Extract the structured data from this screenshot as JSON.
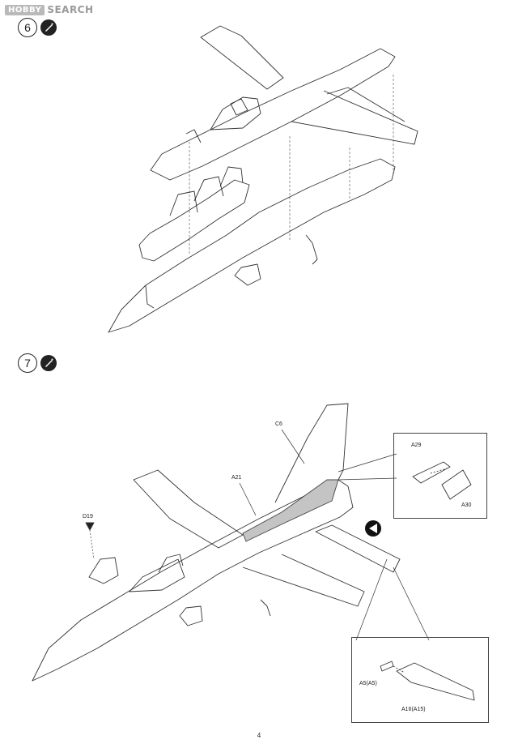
{
  "watermark": {
    "logo": "HOBBY",
    "text": "SEARCH"
  },
  "steps": [
    {
      "number": "6",
      "icon": "cement-glue-icon"
    },
    {
      "number": "7",
      "icon": "cement-glue-icon"
    }
  ],
  "parts": {
    "c6": "C6",
    "a21": "A21",
    "d19": "D19",
    "a29": "A29",
    "a30": "A30",
    "a5": "A5(A5)",
    "a16": "A16(A15)"
  },
  "page_number": "4"
}
